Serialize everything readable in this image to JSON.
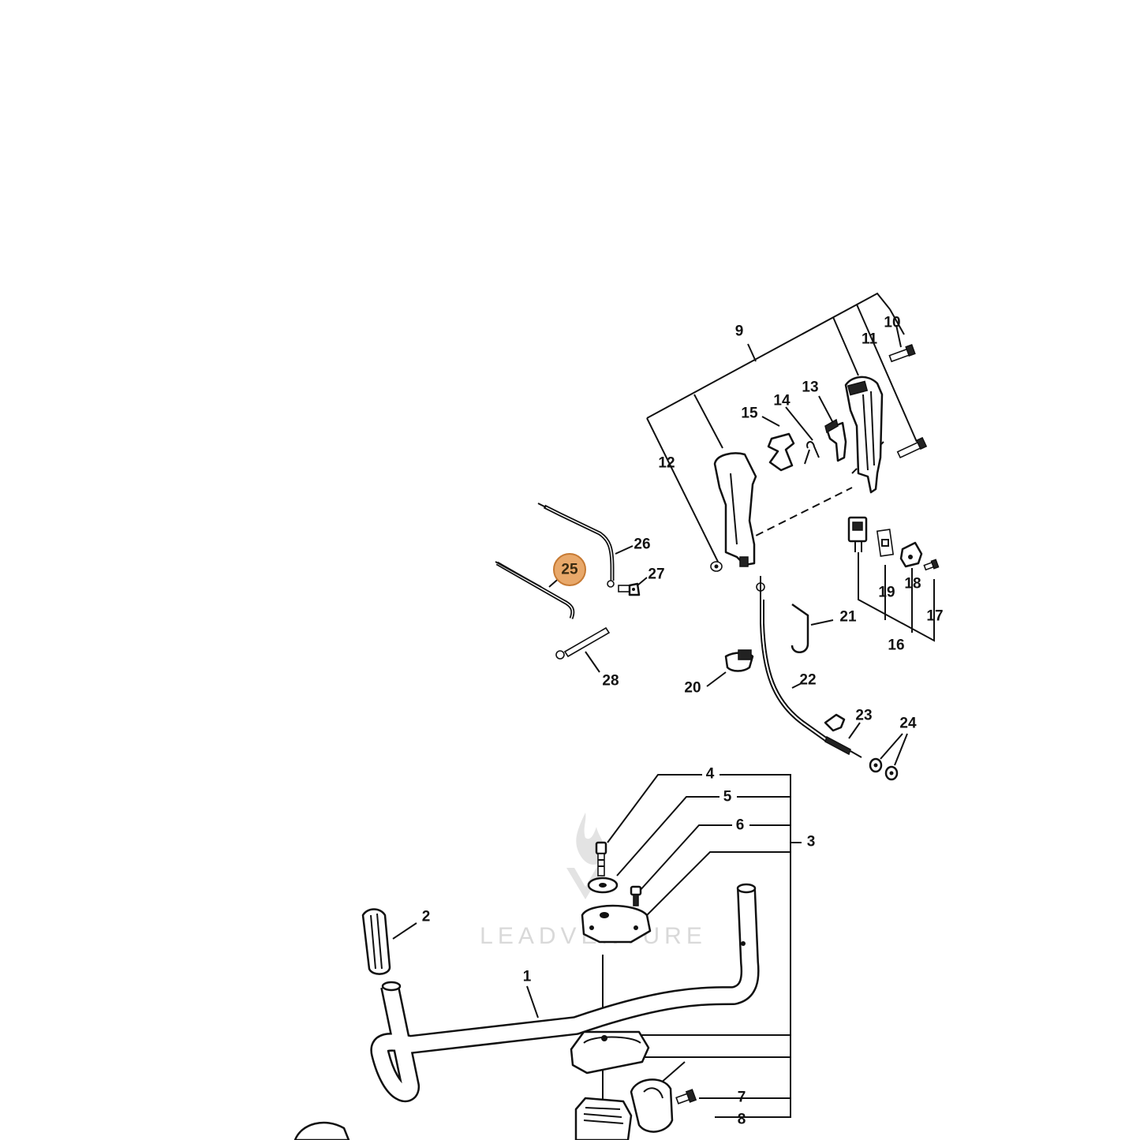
{
  "watermark": {
    "text": "LEADVENTURE",
    "color": "#d9d9d9"
  },
  "highlight": {
    "part": "25",
    "fill": "#e8a86a",
    "stroke": "#c77a33"
  },
  "labels": {
    "p1": "1",
    "p2": "2",
    "p3": "3",
    "p4": "4",
    "p5": "5",
    "p6": "6",
    "p7": "7",
    "p8": "8",
    "p9": "9",
    "p10": "10",
    "p11": "11",
    "p12": "12",
    "p13": "13",
    "p14": "14",
    "p15": "15",
    "p16": "16",
    "p17": "17",
    "p18": "18",
    "p19": "19",
    "p20": "20",
    "p21": "21",
    "p22": "22",
    "p23": "23",
    "p24": "24",
    "p25": "25",
    "p26": "26",
    "p27": "27",
    "p28": "28"
  }
}
